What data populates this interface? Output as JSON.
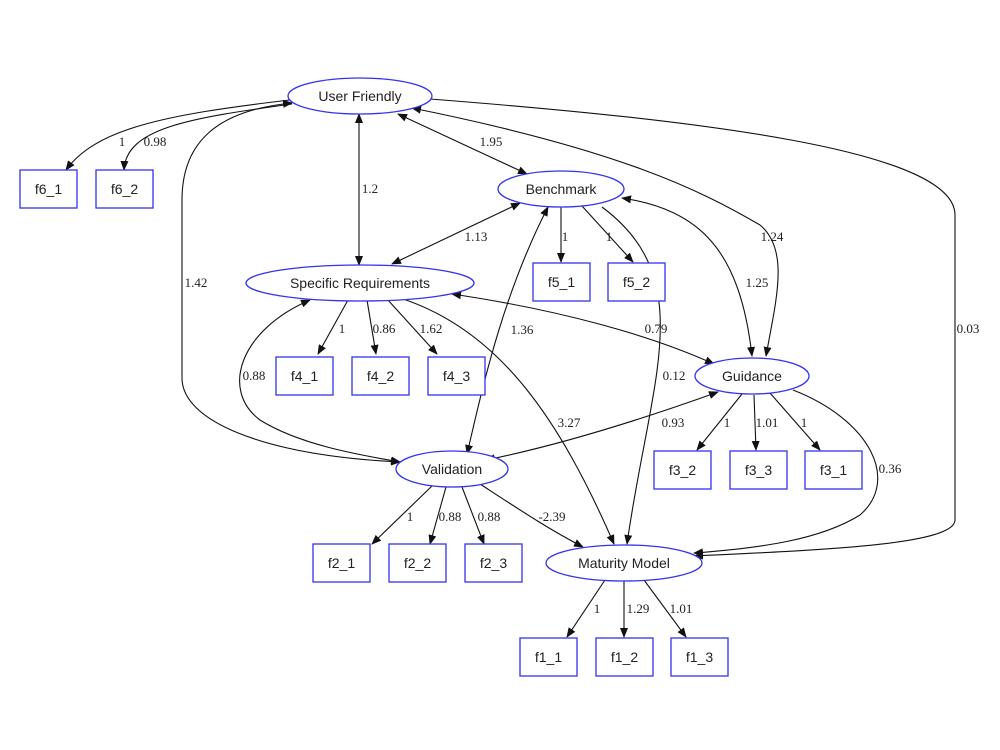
{
  "colors": {
    "node_border": "#3333ee",
    "edge": "#111111",
    "background": "#ffffff"
  },
  "latent_nodes": {
    "user_friendly": "User Friendly",
    "benchmark": "Benchmark",
    "specific_requirements": "Specific Requirements",
    "guidance": "Guidance",
    "validation": "Validation",
    "maturity_model": "Maturity Model"
  },
  "observed_nodes": {
    "f6_1": "f6_1",
    "f6_2": "f6_2",
    "f5_1": "f5_1",
    "f5_2": "f5_2",
    "f4_1": "f4_1",
    "f4_2": "f4_2",
    "f4_3": "f4_3",
    "f3_2": "f3_2",
    "f3_3": "f3_3",
    "f3_1": "f3_1",
    "f2_1": "f2_1",
    "f2_2": "f2_2",
    "f2_3": "f2_3",
    "f1_1": "f1_1",
    "f1_2": "f1_2",
    "f1_3": "f1_3"
  },
  "edge_labels": {
    "uf_f6_1": "1",
    "uf_f6_2": "0.98",
    "uf_benchmark": "1.95",
    "uf_specreq": "1.2",
    "uf_guidance": "1.24",
    "uf_validation": "1.42",
    "uf_maturity": "0.03",
    "bm_specreq": "1.13",
    "bm_f5_1": "1",
    "bm_f5_2": "1",
    "bm_guidance": "1.25",
    "bm_validation": "1.36",
    "bm_maturity": "0.12",
    "sr_f4_1": "1",
    "sr_f4_2": "0.86",
    "sr_f4_3": "1.62",
    "sr_guidance": "0.79",
    "sr_validation": "0.88",
    "sr_maturity": "3.27",
    "gd_validation": "0.93",
    "gd_f3_2": "1",
    "gd_f3_3": "1.01",
    "gd_f3_1": "1",
    "gd_maturity": "0.36",
    "val_f2_1": "1",
    "val_f2_2": "0.88",
    "val_f2_3": "0.88",
    "val_maturity": "-2.39",
    "mm_f1_1": "1",
    "mm_f1_2": "1.29",
    "mm_f1_3": "1.01"
  }
}
